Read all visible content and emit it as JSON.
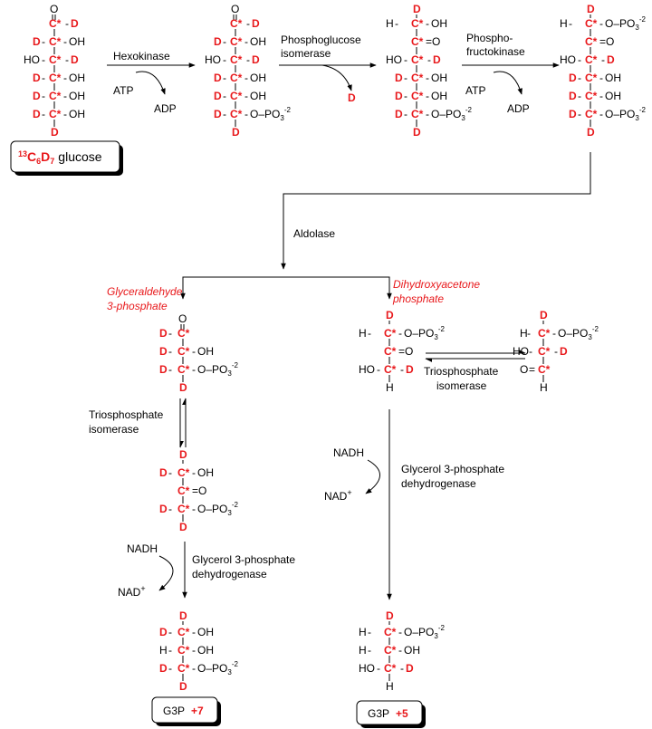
{
  "enzymes": {
    "hexokinase": "Hexokinase",
    "pgi_line1": "Phosphoglucose",
    "pgi_line2": "isomerase",
    "pfk_line1": "Phospho-",
    "pfk_line2": "fructokinase",
    "aldolase": "Aldolase",
    "tpi_right_line1": "Triosphosphate",
    "tpi_right_line2": "isomerase",
    "tpi_left_line1": "Triosphosphate",
    "tpi_left_line2": "isomerase",
    "g3pdh_left_line1": "Glycerol 3-phosphate",
    "g3pdh_left_line2": "dehydrogenase",
    "g3pdh_right_line1": "Glycerol 3-phosphate",
    "g3pdh_right_line2": "dehydrogenase"
  },
  "cofactors": {
    "atp": "ATP",
    "adp": "ADP",
    "nadh": "NADH",
    "nad": "NAD",
    "nad_charge": "+",
    "released_d": "D"
  },
  "metabolites": {
    "gap_line1": "Glyceraldehyde",
    "gap_line2": "3-phosphate",
    "dhap_line1": "Dihydroxyacetone",
    "dhap_line2": "phosphate"
  },
  "glucose_label": {
    "isotope": "13",
    "c": "C",
    "c_count": "6",
    "d": "D",
    "d_count": "7",
    "name": "glucose"
  },
  "products": {
    "left_name": "G3P",
    "left_shift": "+7",
    "right_name": "G3P",
    "right_shift": "+5"
  },
  "atoms": {
    "c_star": "C*",
    "d": "D",
    "h": "H",
    "o": "O",
    "oh": "OH",
    "ho": "HO",
    "phosphate": "O–PO",
    "phosphate_sub": "3",
    "phosphate_charge": "-2"
  },
  "colors": {
    "label_red": "#e8191c",
    "ink": "#000000",
    "background": "#ffffff"
  }
}
